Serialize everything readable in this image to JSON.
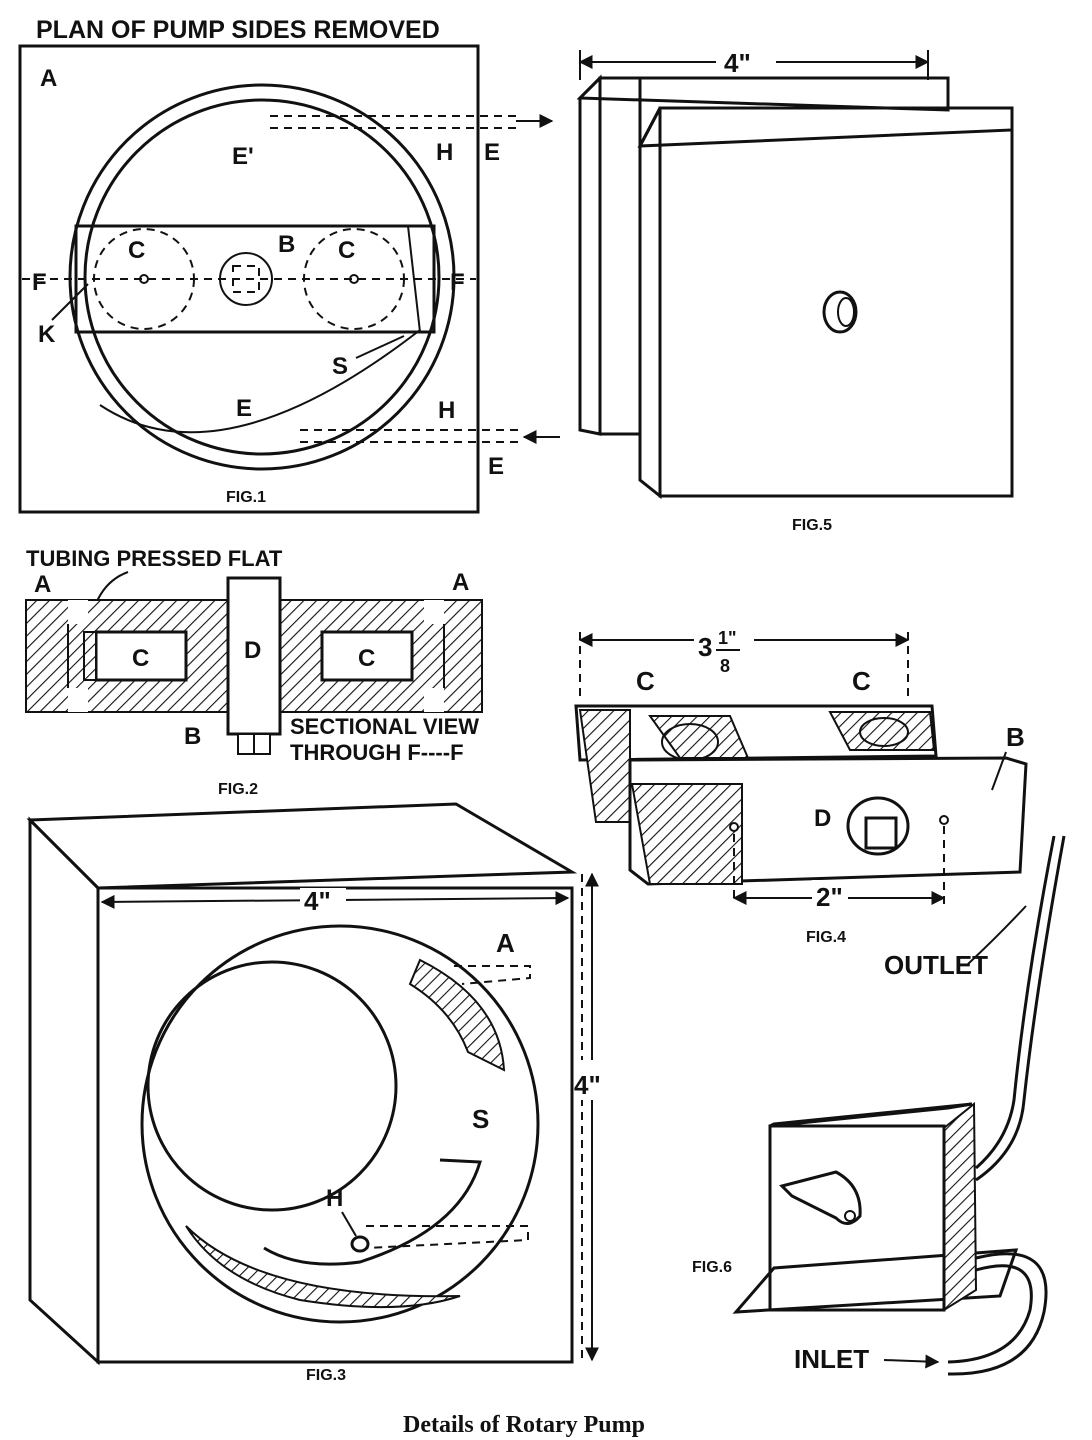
{
  "caption": "Details of Rotary Pump",
  "fig1": {
    "figure_label": "FIG.1",
    "title": "PLAN OF PUMP   SIDES REMOVED",
    "labels": {
      "a": "A",
      "e_prime": "E'",
      "h_top": "H",
      "e_top": "E",
      "c_left": "C",
      "b": "B",
      "c_right": "C",
      "f_left": "F",
      "f_right": "F",
      "k": "K",
      "s": "S",
      "e_bottom": "E",
      "h_bottom": "H",
      "e_out": "E"
    }
  },
  "fig2": {
    "figure_label": "FIG.2",
    "title": "TUBING PRESSED FLAT",
    "labels": {
      "a_left": "A",
      "a_right": "A",
      "c_left": "C",
      "d": "D",
      "c_right": "C",
      "b": "B",
      "section_line1": "SECTIONAL VIEW",
      "section_line2": "THROUGH F----F"
    }
  },
  "fig3": {
    "figure_label": "FIG.3",
    "labels": {
      "width": "4\"",
      "height": "4\"",
      "a": "A",
      "s": "S",
      "h": "H"
    }
  },
  "fig4": {
    "figure_label": "FIG.4",
    "labels": {
      "length_whole": "3",
      "length_num": "1\"",
      "length_den": "8",
      "c_left": "C",
      "c_right": "C",
      "b": "B",
      "d": "D",
      "spacing": "2\""
    }
  },
  "fig5": {
    "figure_label": "FIG.5",
    "labels": {
      "width": "4\""
    }
  },
  "fig6": {
    "figure_label": "FIG.6",
    "labels": {
      "outlet": "OUTLET",
      "inlet": "INLET"
    }
  }
}
